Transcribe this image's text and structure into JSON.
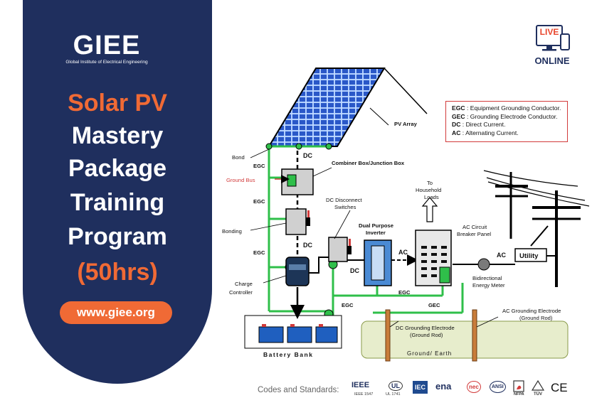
{
  "brand": {
    "logo": "GIEE",
    "subtitle": "Global Institute of Electrical Engineering",
    "url": "www.giee.org"
  },
  "title_lines": [
    {
      "text": "Solar PV",
      "color": "#f06a35"
    },
    {
      "text": "Mastery",
      "color": "#ffffff"
    },
    {
      "text": "Package",
      "color": "#ffffff"
    },
    {
      "text": "Training",
      "color": "#ffffff"
    },
    {
      "text": "Program",
      "color": "#ffffff"
    },
    {
      "text": "(50hrs)",
      "color": "#f06a35"
    }
  ],
  "badge": {
    "top": "LIVE",
    "bottom": "ONLINE"
  },
  "legend": [
    {
      "abbr": "EGC",
      "desc": " : Equipment Grounding Conductor."
    },
    {
      "abbr": "GEC",
      "desc": " : Grounding Electrode Conductor."
    },
    {
      "abbr": "DC",
      "desc": " : Direct Current."
    },
    {
      "abbr": "AC",
      "desc": " : Alternating Current."
    }
  ],
  "diagram": {
    "pv_array": "PV Array",
    "bond": "Bond",
    "egc": "EGC",
    "dc": "DC",
    "ac": "AC",
    "gec": "GEC",
    "ground_bus": "Ground Bus",
    "combiner": "Combiner Box/Junction Box",
    "dc_disconnect_1": "DC Disconnect",
    "dc_disconnect_2": "Switches",
    "bonding": "Bonding",
    "charge_1": "Charge",
    "charge_2": "Controller",
    "inverter_1": "Dual Purpose",
    "inverter_2": "Inverter",
    "loads_1": "To",
    "loads_2": "Household",
    "loads_3": "Loads",
    "breaker_1": "AC Circuit",
    "breaker_2": "Breaker Panel",
    "meter_1": "Bidirectional",
    "meter_2": "Energy Meter",
    "utility": "Utility",
    "battery": "Battery Bank",
    "ac_ground_1": "AC Grounding Electrode",
    "ac_ground_2": "(Ground Rod)",
    "dc_ground_1": "DC Grounding Electrode",
    "dc_ground_2": "(Ground Rod)",
    "earth": "Ground/ Earth"
  },
  "standards": {
    "label": "Codes and Standards:",
    "logos": [
      "IEEE",
      "IEEE 1547",
      "UL",
      "UL 1741",
      "IEC",
      "ena",
      "nec",
      "ANSI",
      "NFPA",
      "TÜV",
      "CE"
    ]
  },
  "colors": {
    "navy": "#1f2f5e",
    "orange": "#f06a35",
    "ground_green": "#2fbf4a"
  }
}
